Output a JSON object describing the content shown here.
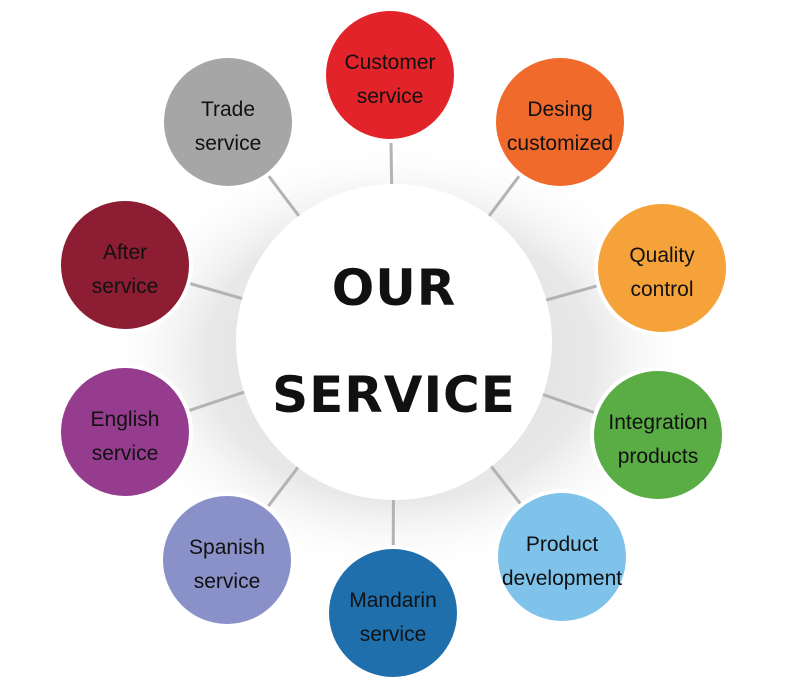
{
  "center": {
    "line1": "OUR",
    "line2": "SERVICE"
  },
  "nodes": [
    {
      "id": "customer-service",
      "line1": "Customer",
      "line2": "service",
      "color": "#e2232a"
    },
    {
      "id": "desing-customized",
      "line1": "Desing",
      "line2": "customized",
      "color": "#f06a2c"
    },
    {
      "id": "quality-control",
      "line1": "Quality",
      "line2": "control",
      "color": "#f6a23a"
    },
    {
      "id": "integration-products",
      "line1": "Integration",
      "line2": "products",
      "color": "#5aac44"
    },
    {
      "id": "product-development",
      "line1": "Product",
      "line2": "development",
      "color": "#7fc2ea"
    },
    {
      "id": "mandarin-service",
      "line1": "Mandarin",
      "line2": "service",
      "color": "#1f6fad"
    },
    {
      "id": "spanish-service",
      "line1": "Spanish",
      "line2": "service",
      "color": "#8a90c8"
    },
    {
      "id": "english-service",
      "line1": "English",
      "line2": "service",
      "color": "#963c8e"
    },
    {
      "id": "after-service",
      "line1": "After",
      "line2": "service",
      "color": "#8c1d33"
    },
    {
      "id": "trade-service",
      "line1": "Trade",
      "line2": "service",
      "color": "#a6a6a6"
    }
  ]
}
